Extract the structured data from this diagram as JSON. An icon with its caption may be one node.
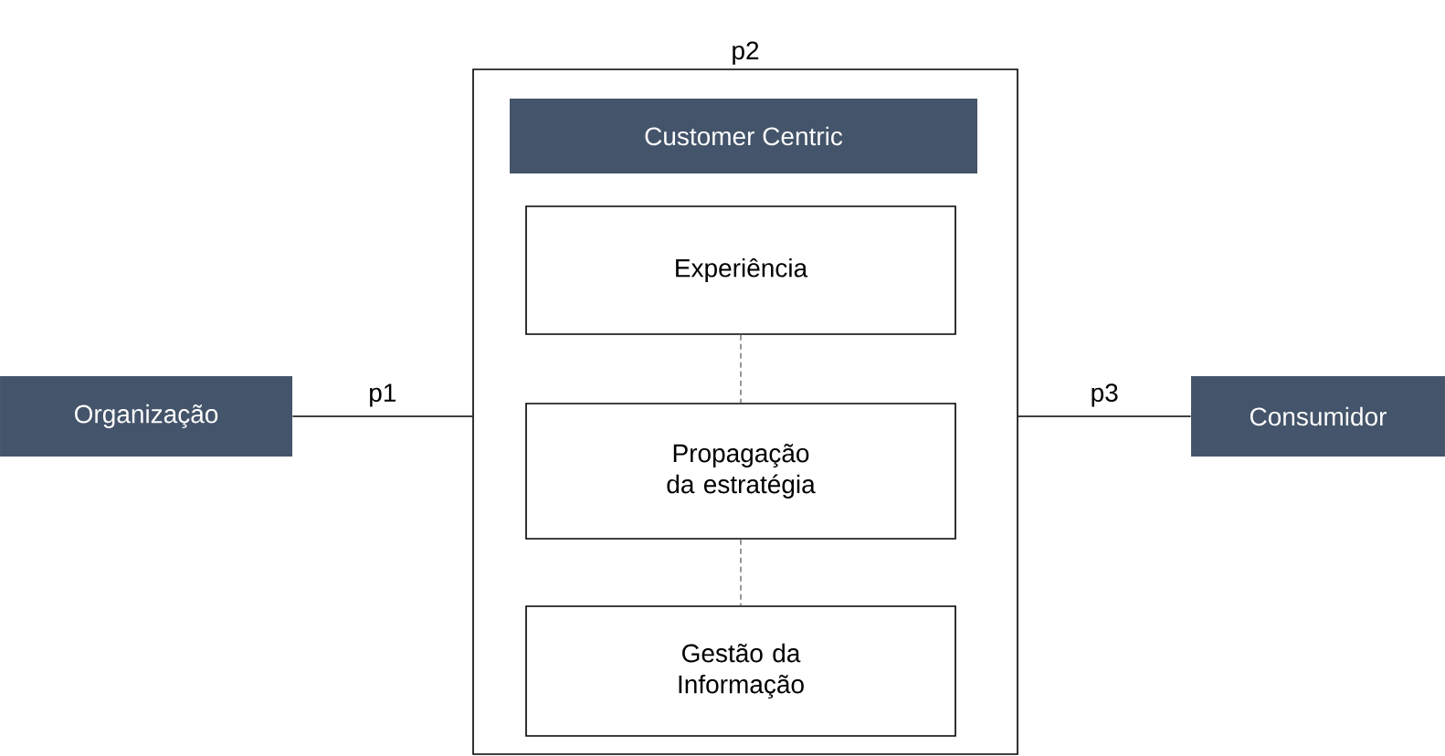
{
  "diagram": {
    "nodes": [
      {
        "text": [
          "Organização"
        ]
      },
      {
        "text": [
          "p2"
        ]
      },
      {
        "text": [
          "Customer Centric"
        ],
        "in": 1
      },
      {
        "text": [
          "Experiência"
        ],
        "in": 1
      },
      {
        "text": [
          "Propagação da estratégia"
        ],
        "in": 1
      },
      {
        "text": [
          "Gestão da Informação"
        ],
        "in": 1
      },
      {
        "text": [
          "Consumidor"
        ]
      }
    ],
    "edges": [
      {
        "from": 0,
        "to": 1,
        "arrow": "none",
        "label": "p1"
      },
      {
        "from": 1,
        "to": 6,
        "arrow": "none",
        "label": "p3"
      },
      {
        "from": 3,
        "to": 4,
        "arrow": "none",
        "style": "dashed",
        "color": "#7f7f7f"
      },
      {
        "from": 4,
        "to": 5,
        "arrow": "none",
        "style": "dashed",
        "color": "#7f7f7f"
      }
    ]
  }
}
